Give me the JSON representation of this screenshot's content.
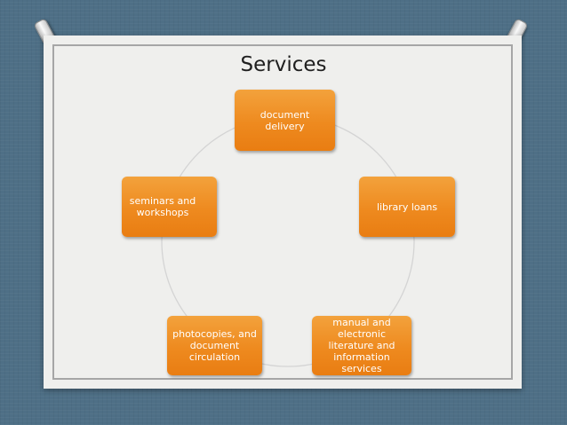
{
  "slide": {
    "title": "Services"
  },
  "diagram": {
    "type": "basic-cycle",
    "nodes": [
      "document delivery",
      "library loans",
      "manual and electronic literature and information services",
      "photocopies, and document circulation",
      "seminars and workshops"
    ],
    "colors": {
      "node_fill": "#ee8a1f",
      "node_text": "#ffffff",
      "connector": "#d4d4d4",
      "background": "#4e6f86",
      "paper": "#efefed"
    }
  }
}
